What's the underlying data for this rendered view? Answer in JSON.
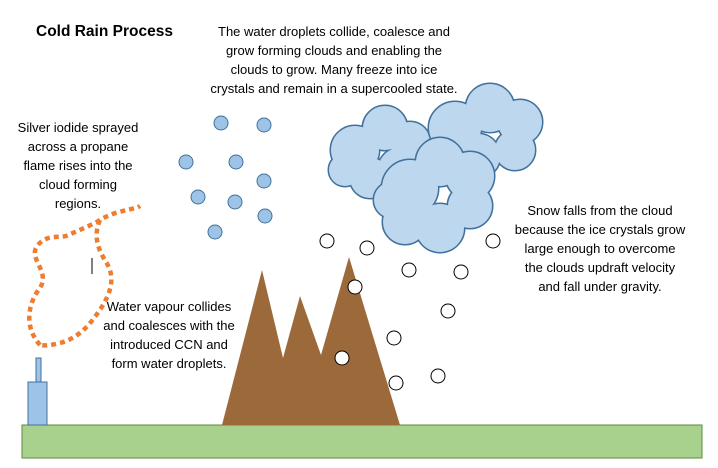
{
  "title": "Cold Rain Process",
  "labels": {
    "clouds": "The water droplets collide, coalesce and\ngrow forming clouds and enabling the\nclouds to grow. Many freeze into ice\ncrystals and remain in a supercooled state.",
    "iodide": "Silver iodide sprayed\nacross a propane\nflame rises into the\ncloud forming\nregions.",
    "snow": "Snow falls from the cloud\nbecause the ice crystals grow\nlarge enough to overcome\nthe clouds updraft velocity\nand fall under gravity.",
    "vapour": "Water vapour collides\nand coalesces with the\nintroduced CCN and\nform water droplets."
  },
  "colors": {
    "ground": "#a9d18e",
    "ground_outline": "#5b8a3c",
    "mountain": "#9c6a3a",
    "cloud_fill": "#bdd7ee",
    "cloud_outline": "#41719c",
    "droplet_fill": "#9dc3e6",
    "droplet_outline": "#41719c",
    "snowflake_fill": "#ffffff",
    "snowflake_outline": "#000000",
    "chimney": "#9dc3e6",
    "smoke": "#ed7d31"
  }
}
